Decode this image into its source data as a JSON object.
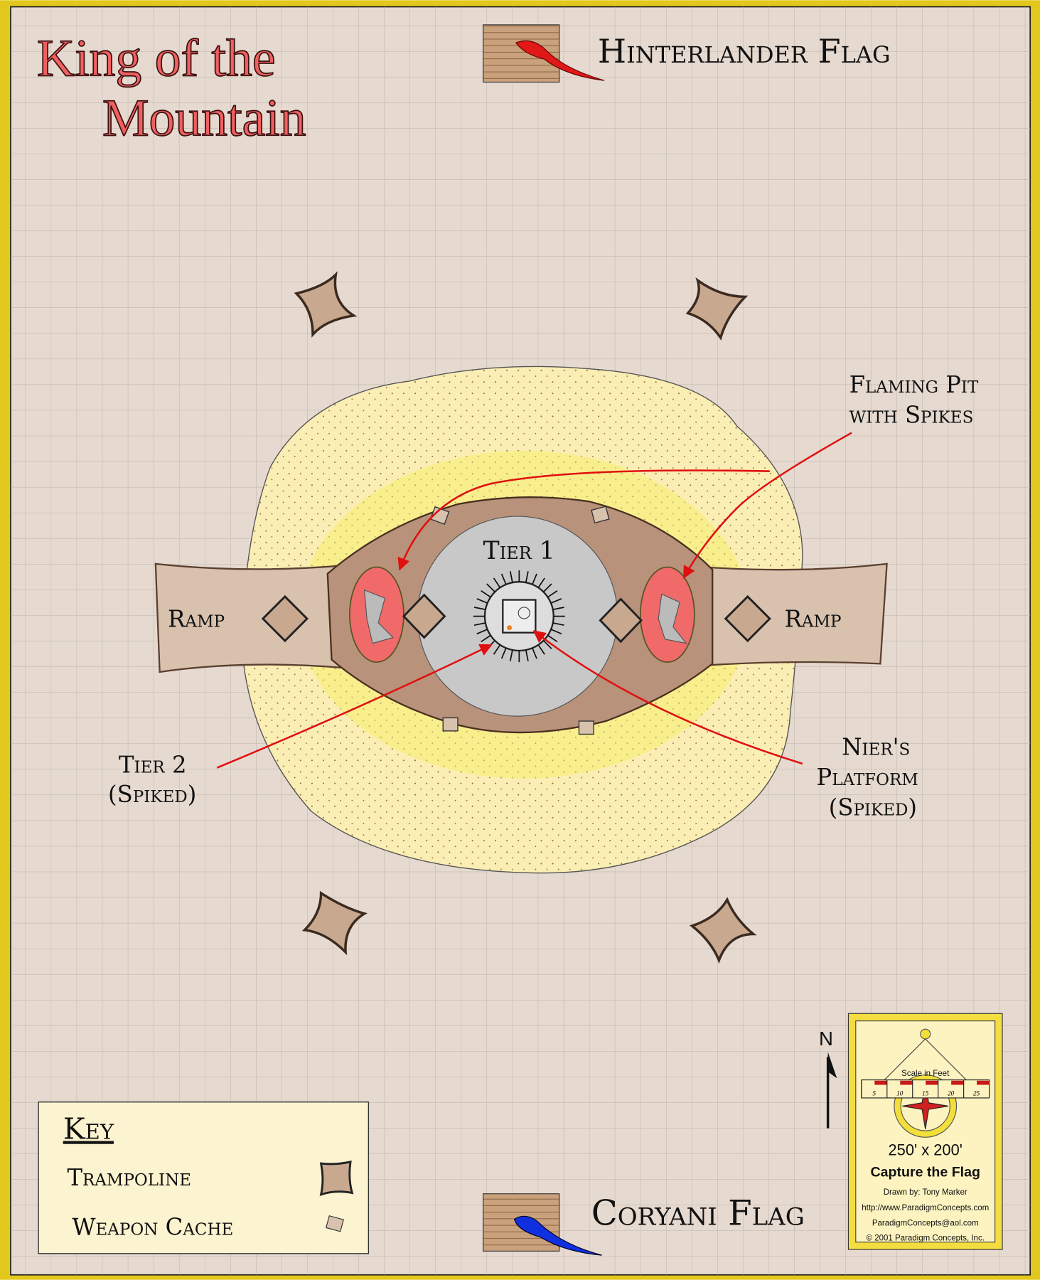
{
  "title": {
    "line1": "King of the",
    "line2": "Mountain"
  },
  "flags": {
    "top": {
      "label": "Hinterlander Flag",
      "color": "#e01818"
    },
    "bottom": {
      "label": "Coryani Flag",
      "color": "#1030e0"
    }
  },
  "labels": {
    "tier1": "Tier 1",
    "ramp_left": "Ramp",
    "ramp_right": "Ramp",
    "flaming_pit": [
      "Flaming Pit",
      "with Spikes"
    ],
    "tier2": [
      "Tier 2",
      "(Spiked)"
    ],
    "niers_platform": [
      "Nier's",
      "Platform",
      "(Spiked)"
    ]
  },
  "key": {
    "title": "Key",
    "items": [
      {
        "label": "Trampoline",
        "icon": "trampoline-icon"
      },
      {
        "label": "Weapon Cache",
        "icon": "weapon-cache-icon"
      }
    ]
  },
  "compass": {
    "north": "N"
  },
  "legend": {
    "scale_title": "Scale in Feet",
    "scale_ticks": [
      "5",
      "10",
      "15",
      "20",
      "25"
    ],
    "dimensions": "250' x 200'",
    "game": "Capture the Flag",
    "drawn_by": "Drawn by: Tony Marker",
    "url": "http://www.ParadigmConcepts.com",
    "email": "ParadigmConcepts@aol.com",
    "copyright": "© 2001 Paradigm Concepts, Inc."
  },
  "colors": {
    "background": "#e6dad0",
    "border": "#e2c81c",
    "sand": "#fbeeb4",
    "tier2": "#f8ee8c",
    "rock": "#b8927a",
    "tier1": "#c8c8c8",
    "pit": "#f06a6a",
    "arrow": "#e01010"
  }
}
